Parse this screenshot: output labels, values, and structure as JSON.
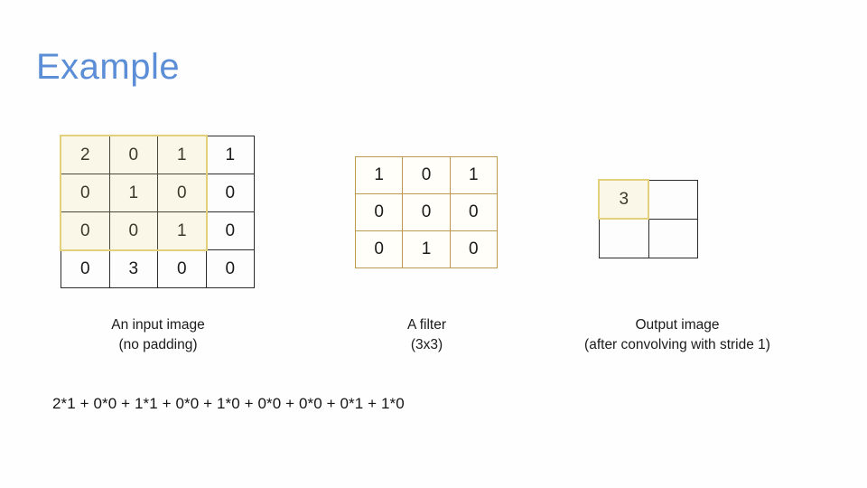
{
  "slide": {
    "title": "Example",
    "title_color": "#5b8ed6",
    "background_color": "#fefefe"
  },
  "input_matrix": {
    "name": "An input image",
    "rows": 4,
    "cols": 4,
    "values": [
      "2",
      "0",
      "1",
      "1",
      "0",
      "1",
      "0",
      "0",
      "0",
      "0",
      "1",
      "0",
      "0",
      "3",
      "0",
      "0"
    ],
    "border_color": "#2b2b2b",
    "highlight_color": "#e3d07a",
    "highlight_region": "top-left 3x3",
    "caption_line1": "An input image",
    "caption_line2": "(no padding)"
  },
  "filter_matrix": {
    "name": "A filter",
    "rows": 3,
    "cols": 3,
    "values": [
      "1",
      "0",
      "1",
      "0",
      "0",
      "0",
      "0",
      "1",
      "0"
    ],
    "border_color": "#b99a4e",
    "caption_line1": "A filter",
    "caption_line2": "(3x3)"
  },
  "output_matrix": {
    "name": "Output image",
    "rows": 2,
    "cols": 2,
    "values": [
      "3",
      "",
      "",
      ""
    ],
    "border_color": "#2b2b2b",
    "highlight_color": "#e3d07a",
    "highlight_region": "top-left cell",
    "caption_line1": "Output image",
    "caption_line2": "(after convolving with stride 1)"
  },
  "equation": {
    "text": "2*1 + 0*0 + 1*1 + 0*0 + 1*0 + 0*0 + 0*0 + 0*1 + 1*0",
    "result": 3
  }
}
